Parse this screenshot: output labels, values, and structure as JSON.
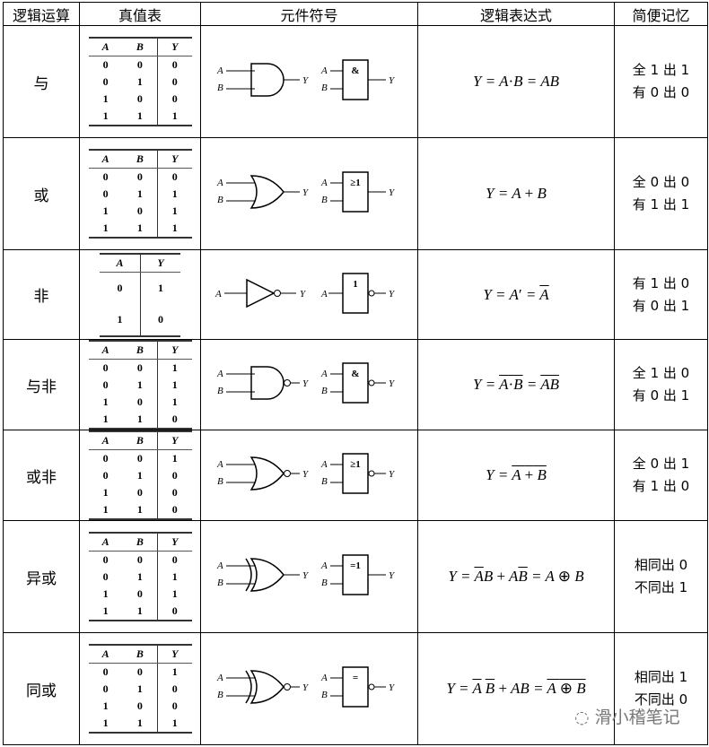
{
  "header": {
    "col_op": "逻辑运算",
    "col_truth": "真值表",
    "col_symbol": "元件符号",
    "col_expr": "逻辑表达式",
    "col_memo": "简便记忆"
  },
  "rows": [
    {
      "op": "与",
      "symbol_label": "&",
      "expr": "Y = A·B = AB",
      "memo1": "全 1 出 1",
      "memo2": "有 0 出 0",
      "truth": {
        "cols": [
          "A",
          "B",
          "Y"
        ],
        "rows": [
          [
            "0",
            "0",
            "0"
          ],
          [
            "0",
            "1",
            "0"
          ],
          [
            "1",
            "0",
            "0"
          ],
          [
            "1",
            "1",
            "1"
          ]
        ]
      }
    },
    {
      "op": "或",
      "symbol_label": "≥1",
      "expr": "Y = A + B",
      "memo1": "全 0 出 0",
      "memo2": "有 1 出 1",
      "truth": {
        "cols": [
          "A",
          "B",
          "Y"
        ],
        "rows": [
          [
            "0",
            "0",
            "0"
          ],
          [
            "0",
            "1",
            "1"
          ],
          [
            "1",
            "0",
            "1"
          ],
          [
            "1",
            "1",
            "1"
          ]
        ]
      }
    },
    {
      "op": "非",
      "symbol_label": "1",
      "expr": "Y = A′ = Ā",
      "memo1": "有 1 出 0",
      "memo2": "有 0 出 1",
      "truth": {
        "cols": [
          "A",
          "Y"
        ],
        "rows": [
          [
            "0",
            "1"
          ],
          [
            "1",
            "0"
          ]
        ]
      }
    },
    {
      "op": "与非",
      "symbol_label": "&",
      "expr": "Y = (A·B)‾ = (AB)‾",
      "memo1": "全 1 出 0",
      "memo2": "有 0 出 1",
      "truth": {
        "cols": [
          "A",
          "B",
          "Y"
        ],
        "rows": [
          [
            "0",
            "0",
            "1"
          ],
          [
            "0",
            "1",
            "1"
          ],
          [
            "1",
            "0",
            "1"
          ],
          [
            "1",
            "1",
            "0"
          ]
        ]
      }
    },
    {
      "op": "或非",
      "symbol_label": "≥1",
      "expr": "Y = (A + B)‾",
      "memo1": "全 0 出 1",
      "memo2": "有 1 出 0",
      "truth": {
        "cols": [
          "A",
          "B",
          "Y"
        ],
        "rows": [
          [
            "0",
            "0",
            "1"
          ],
          [
            "0",
            "1",
            "0"
          ],
          [
            "1",
            "0",
            "0"
          ],
          [
            "1",
            "1",
            "0"
          ]
        ]
      }
    },
    {
      "op": "异或",
      "symbol_label": "=1",
      "expr": "Y = ĀB + AB̄ = A ⊕ B",
      "memo1": "相同出 0",
      "memo2": "不同出 1",
      "truth": {
        "cols": [
          "A",
          "B",
          "Y"
        ],
        "rows": [
          [
            "0",
            "0",
            "0"
          ],
          [
            "0",
            "1",
            "1"
          ],
          [
            "1",
            "0",
            "1"
          ],
          [
            "1",
            "1",
            "0"
          ]
        ]
      }
    },
    {
      "op": "同或",
      "symbol_label": "=",
      "expr": "Y = ĀB̄ + AB = (A ⊕ B)‾",
      "memo1": "相同出 1",
      "memo2": "不同出 0",
      "truth": {
        "cols": [
          "A",
          "B",
          "Y"
        ],
        "rows": [
          [
            "0",
            "0",
            "1"
          ],
          [
            "0",
            "1",
            "0"
          ],
          [
            "1",
            "0",
            "0"
          ],
          [
            "1",
            "1",
            "1"
          ]
        ]
      }
    }
  ],
  "labels": {
    "A": "A",
    "B": "B",
    "Y": "Y"
  },
  "watermark": "滑小稽笔记"
}
